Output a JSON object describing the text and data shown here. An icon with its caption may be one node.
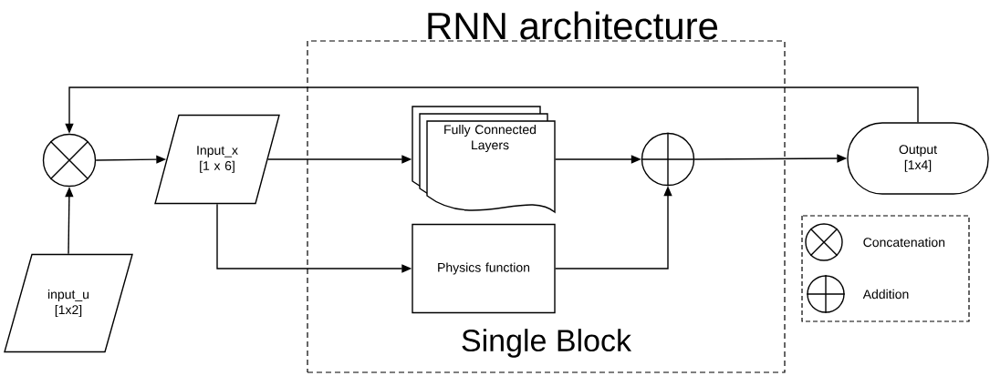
{
  "diagram": {
    "title": "RNN architecture",
    "nodes": [
      {
        "text": [],
        "shape": "circle"
      },
      {
        "text": [
          "Input_x [1 x 6]"
        ]
      },
      {
        "text": [
          "input_u [1x2]"
        ]
      },
      {
        "text": [
          "Single Block"
        ]
      },
      {
        "text": [
          "Fully Connected Layers"
        ],
        "in": 3
      },
      {
        "text": [
          "Physics function"
        ],
        "in": 3
      },
      {
        "text": [],
        "shape": "circle",
        "in": 3
      },
      {
        "text": [
          "Output [1x4]"
        ]
      }
    ],
    "edges": [
      {
        "from": 2,
        "to": 0,
        "arrow": "to"
      },
      {
        "from": 0,
        "to": 1,
        "arrow": "to"
      },
      {
        "from": 1,
        "to": 4,
        "arrow": "to"
      },
      {
        "from": 1,
        "to": 5,
        "arrow": "to"
      },
      {
        "from": 4,
        "to": 6,
        "arrow": "to"
      },
      {
        "from": 5,
        "to": 6,
        "arrow": "to"
      },
      {
        "from": 6,
        "to": 7,
        "arrow": "to"
      },
      {
        "from": 7,
        "to": 0,
        "arrow": "to"
      }
    ],
    "legend": [
      {
        "text": "Concatenation"
      },
      {
        "text": "Addition"
      }
    ]
  }
}
